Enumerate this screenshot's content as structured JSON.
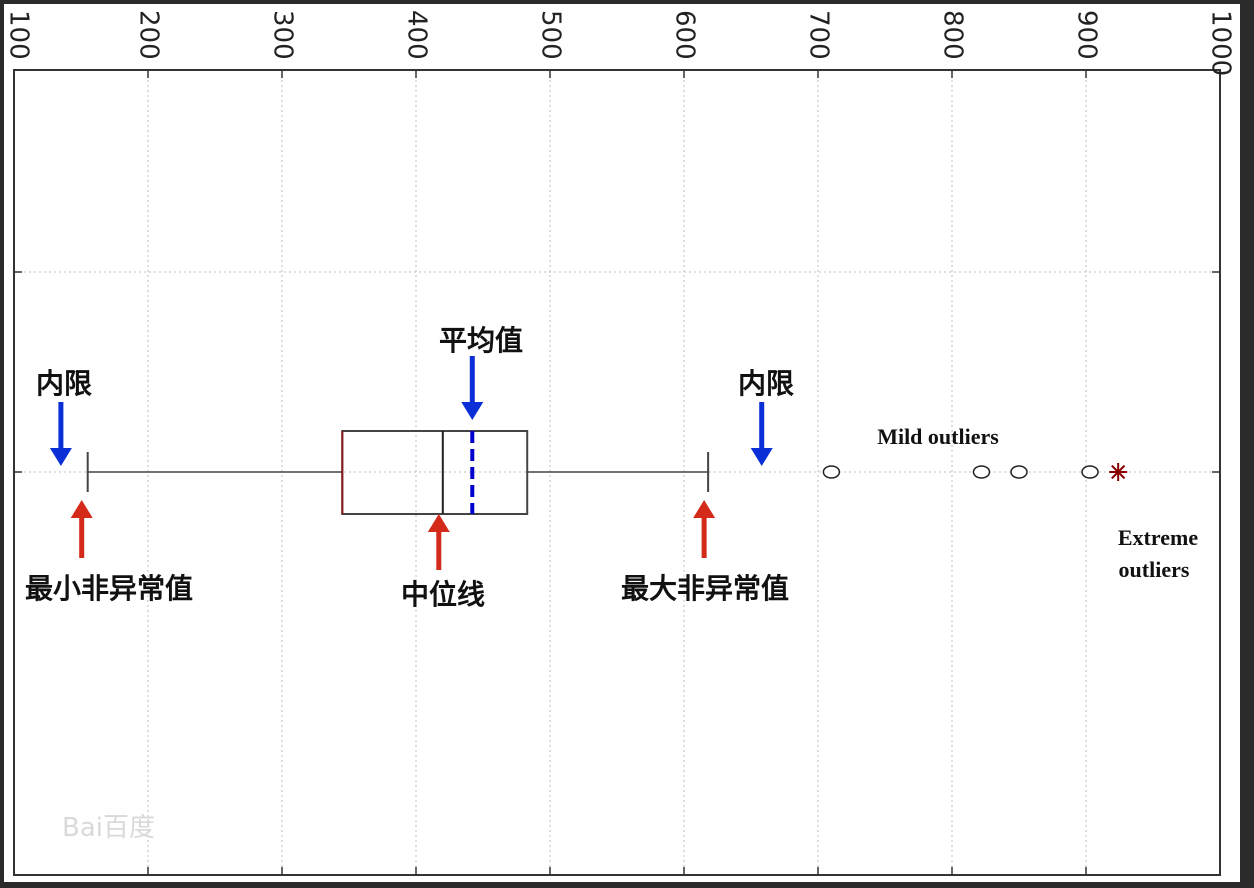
{
  "chart_data": {
    "type": "boxplot",
    "orientation": "horizontal",
    "x_ticks": [
      "100",
      "200",
      "300",
      "400",
      "500",
      "600",
      "700",
      "800",
      "900",
      "1000"
    ],
    "xlim": [
      100,
      1000
    ],
    "grid": true,
    "box": {
      "whisker_low": 155,
      "q1": 345,
      "median": 420,
      "mean": 442,
      "q3": 483,
      "whisker_high": 618
    },
    "inner_fences": [
      135,
      658
    ],
    "mild_outliers": [
      710,
      822,
      850,
      903
    ],
    "extreme_outliers": [
      924
    ],
    "annotations": {
      "inner_fence_left": "内限",
      "inner_fence_right": "内限",
      "mean": "平均值",
      "median": "中位线",
      "min_non_outlier": "最小非异常值",
      "max_non_outlier": "最大非异常值",
      "mild_outliers": "Mild outliers",
      "extreme_outliers_line1": "Extreme",
      "extreme_outliers_line2": "outliers"
    },
    "colors": {
      "box": "#444444",
      "mean_line": "#0000cc",
      "blue_arrow": "#0a2fd6",
      "red_arrow": "#d42a1a",
      "extreme_marker": "#8b0000",
      "grid": "#bdbdbd"
    }
  },
  "watermark": "Bai百度"
}
